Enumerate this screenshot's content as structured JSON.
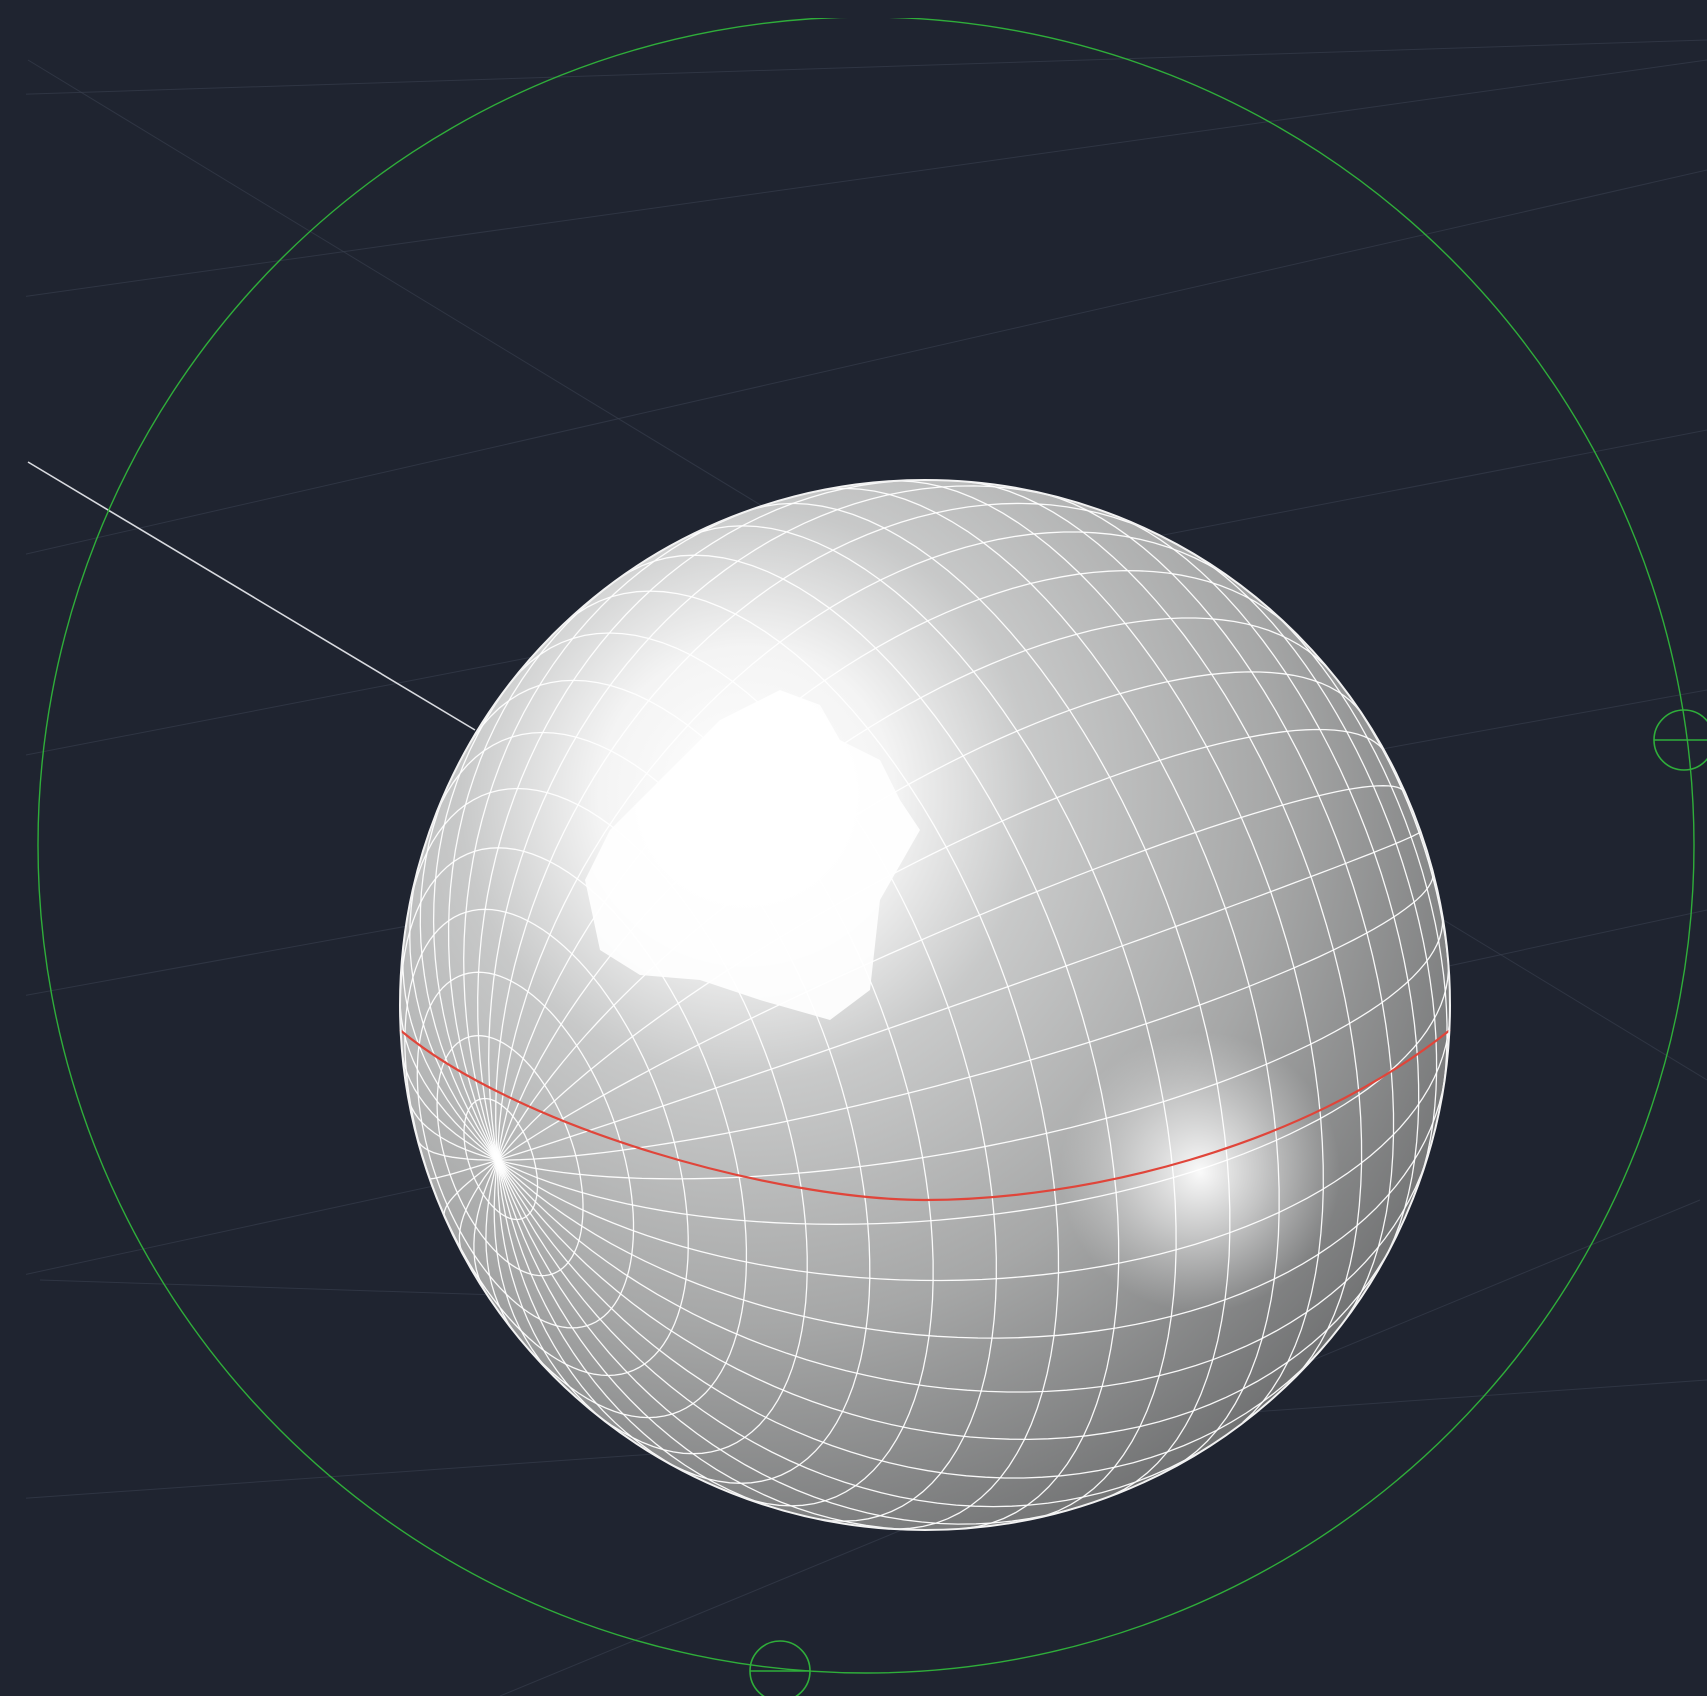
{
  "viewport": {
    "background_color": "#1f2430",
    "visual_style": "shaded-with-edges"
  },
  "orbit_tool": {
    "ring_color": "#2fae3a",
    "grip_handles": [
      "right",
      "bottom"
    ]
  },
  "model": {
    "object_type": "sphere",
    "face_color": "#c9cbcd",
    "edge_color": "#ffffff",
    "equator_color": "#e0453a",
    "facet_rows": 26,
    "facet_columns": 40
  },
  "grid": {
    "line_color": "#3a4150",
    "axis_line_color": "#d9dbe0"
  }
}
